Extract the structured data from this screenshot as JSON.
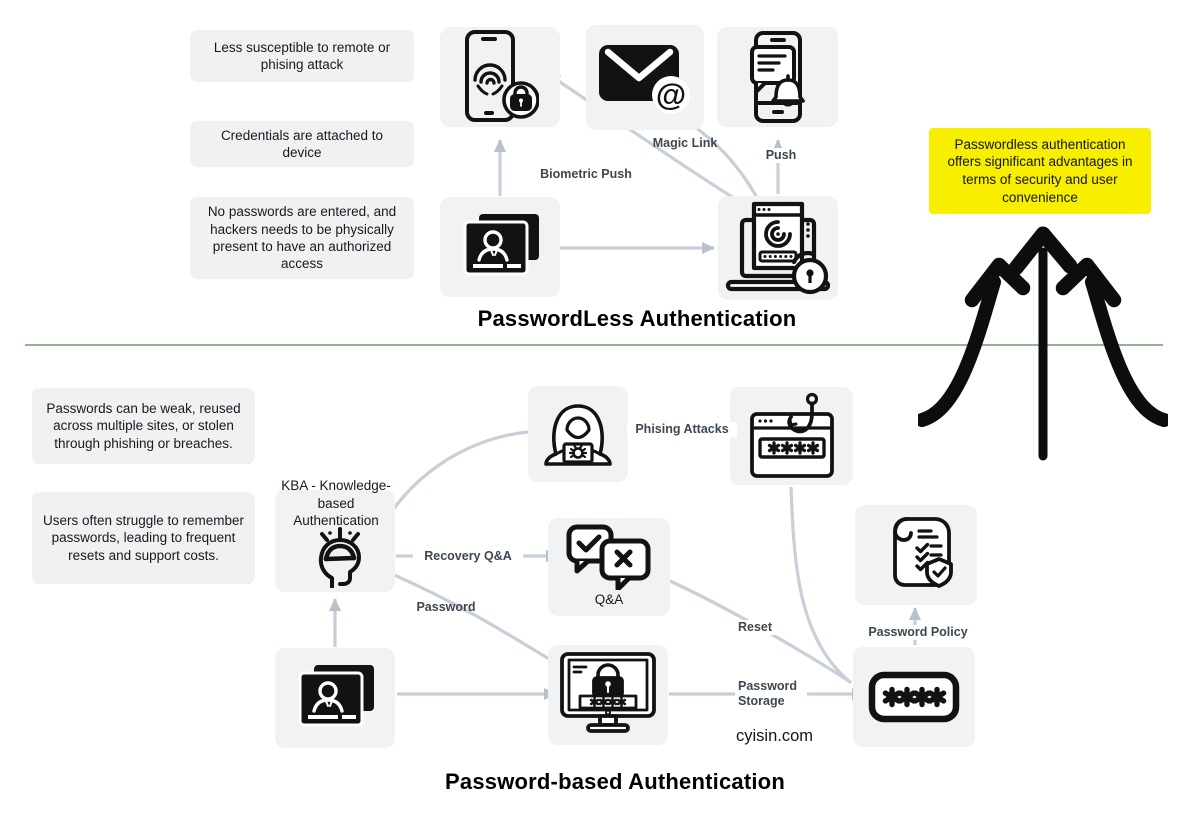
{
  "diagram": {
    "top": {
      "title": "PasswordLess Authentication",
      "benefits": [
        "Less susceptible to remote or phising attack",
        "Credentials are attached to device",
        "No passwords are entered, and hackers needs to be physically present to have an authorized access"
      ],
      "labels": {
        "biometric_push": "Biometric Push",
        "magic_link": "Magic Link",
        "push": "Push"
      }
    },
    "note": "Passwordless authentication offers significant advantages in terms of security and user convenience",
    "bottom": {
      "title": "Password-based Authentication",
      "problems": [
        "Passwords can be weak, reused across multiple sites, or stolen through phishing or breaches.",
        "Users often struggle to remember passwords, leading to frequent resets and support costs."
      ],
      "kba": "KBA - Knowledge-based Authentication",
      "labels": {
        "phising": "Phising Attacks",
        "recovery": "Recovery Q&A",
        "password": "Password",
        "reset": "Reset",
        "storage": "Password Storage",
        "policy": "Password Policy",
        "qa": "Q&A"
      }
    },
    "watermark": "cyisin.com",
    "colors": {
      "connector": "#c8cfd9",
      "arrowhead": "#b7c0cb",
      "divider": "#92b492",
      "node_bg": "#f0f2f3",
      "note_bg": "#f7ee00",
      "big_arrows": "#0d0d0d"
    }
  }
}
